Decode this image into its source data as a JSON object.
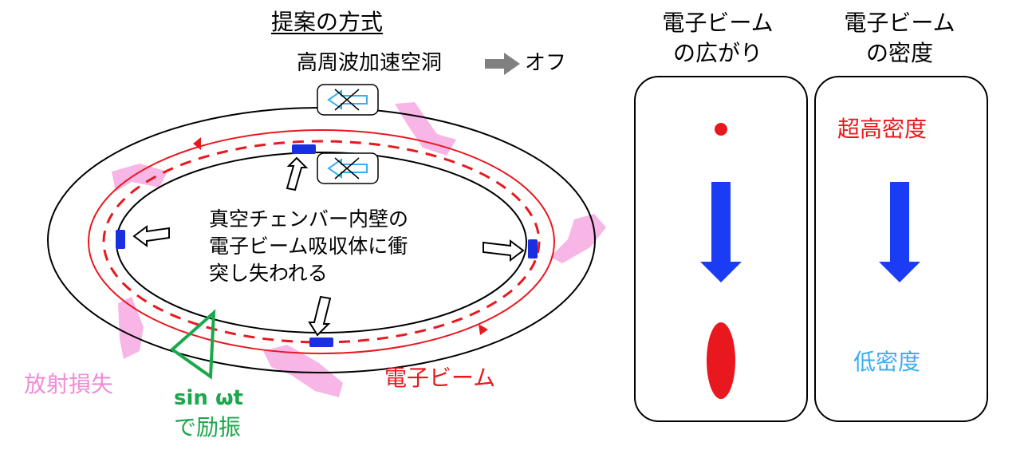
{
  "title": "提案の方式",
  "rf_cavity": {
    "label": "高周波加速空洞",
    "state": "オフ"
  },
  "beam_note": [
    "真空チェンバー内壁の",
    "電子ビーム吸収体に衝",
    "突し失われる"
  ],
  "radiation_loss": "放射損失",
  "excitation": {
    "formula": "sin ωt",
    "text": "で励振"
  },
  "electron_beam": "電子ビーム",
  "columns": {
    "spread": {
      "heading_line1": "電子ビーム",
      "heading_line2": "の広がり"
    },
    "density": {
      "heading_line1": "電子ビーム",
      "heading_line2": "の密度",
      "high": "超高密度",
      "low": "低密度"
    }
  },
  "colors": {
    "beam": "#e8181e",
    "absorber": "#1a2fe0",
    "arrow": "#1a3cf5",
    "loss": "#f7a8e0",
    "excite": "#1aa84b",
    "low_density": "#3aaef0"
  }
}
